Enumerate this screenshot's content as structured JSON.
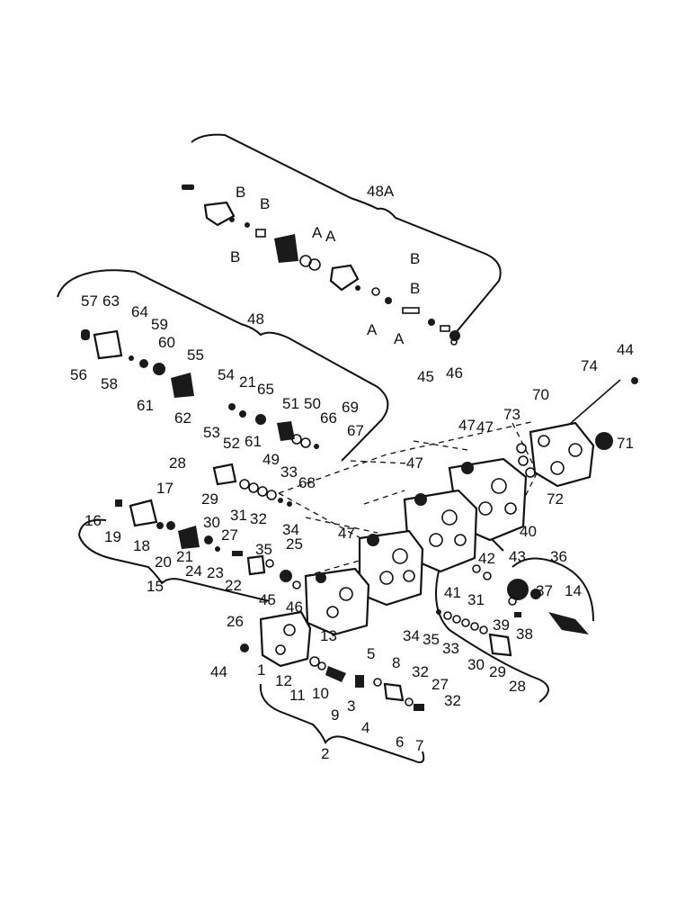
{
  "colors": {
    "ink": "#111111",
    "paper": "#ffffff"
  },
  "labels": {
    "l48A": "48A",
    "l48": "48",
    "l2": "2",
    "l15": "15",
    "lA1": "A",
    "lA2": "A",
    "lA3": "A",
    "lA4": "A",
    "lB1": "B",
    "lB2": "B",
    "lB3": "B",
    "lB4": "B",
    "lB5": "B",
    "n57": "57",
    "n63": "63",
    "n64": "64",
    "n59": "59",
    "n60": "60",
    "n55": "55",
    "n56": "56",
    "n58": "58",
    "n61a": "61",
    "n54": "54",
    "n21a": "21",
    "n65": "65",
    "n62": "62",
    "n53": "53",
    "n52": "52",
    "n61b": "61",
    "n51": "51",
    "n50": "50",
    "n66": "66",
    "n69": "69",
    "n67": "67",
    "n49": "49",
    "n68": "68",
    "n33a": "33",
    "n28a": "28",
    "n29a": "29",
    "n17": "17",
    "n30a": "30",
    "n31a": "31",
    "n32a": "32",
    "n34a": "34",
    "n16": "16",
    "n19": "19",
    "n18": "18",
    "n20": "20",
    "n21b": "21",
    "n27a": "27",
    "n25": "25",
    "n35a": "35",
    "n24": "24",
    "n23": "23",
    "n22": "22",
    "n45a": "45",
    "n46a": "46",
    "n26": "26",
    "n13": "13",
    "n47a": "47",
    "n47b": "47",
    "n47c": "47",
    "n47d": "47",
    "n45b": "45",
    "n46b": "46",
    "n44a": "44",
    "n74": "74",
    "n70": "70",
    "n73": "73",
    "n71": "71",
    "n72": "72",
    "n40": "40",
    "n42": "42",
    "n43": "43",
    "n36": "36",
    "n41": "41",
    "n31b": "31",
    "n37": "37",
    "n14": "14",
    "n39": "39",
    "n38": "38",
    "n34b": "34",
    "n35b": "35",
    "n33b": "33",
    "n32b": "32",
    "n29b": "29",
    "n30b": "30",
    "n27b": "27",
    "n32c": "32",
    "n28b": "28",
    "n44b": "44",
    "n1": "1",
    "n12": "12",
    "n11": "11",
    "n10": "10",
    "n9": "9",
    "n3": "3",
    "n5": "5",
    "n8": "8",
    "n4": "4",
    "n6": "6",
    "n7": "7"
  }
}
